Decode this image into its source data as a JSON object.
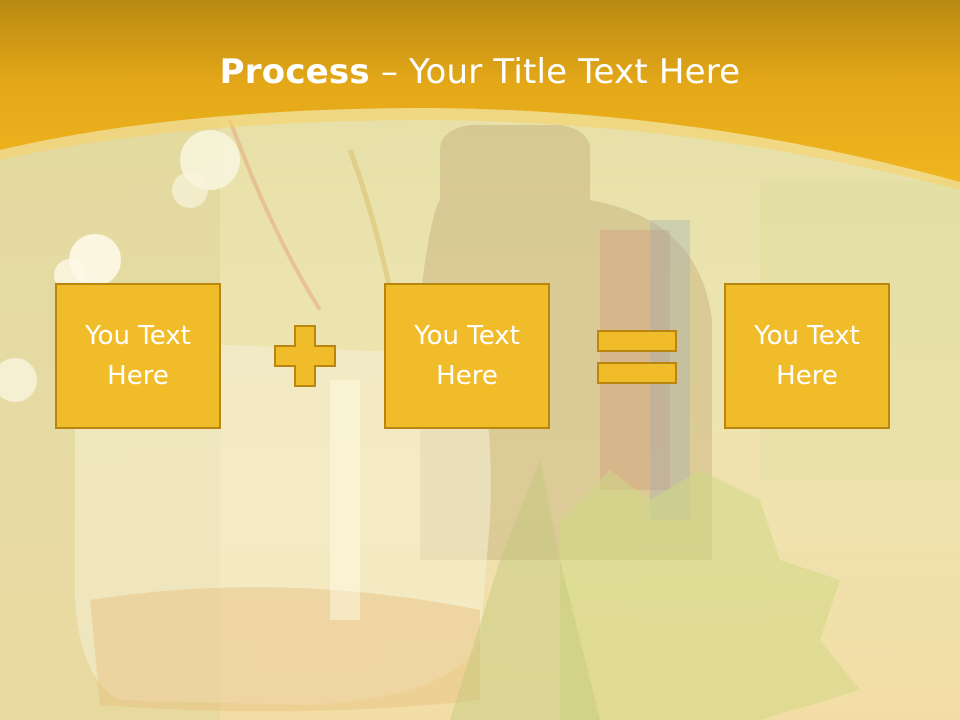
{
  "slide": {
    "title_bold": "Process",
    "title_dash": " – ",
    "title_rest": "Your Title Text Here"
  },
  "process": {
    "boxes": [
      {
        "label": "You Text Here"
      },
      {
        "label": "You Text Here"
      },
      {
        "label": "You Text Here"
      }
    ],
    "operators": [
      "plus-icon",
      "equals-icon"
    ]
  },
  "colors": {
    "header": "#e8a817",
    "box_fill": "#f1bc2a",
    "box_border": "#b9860f",
    "text": "#ffffff"
  }
}
